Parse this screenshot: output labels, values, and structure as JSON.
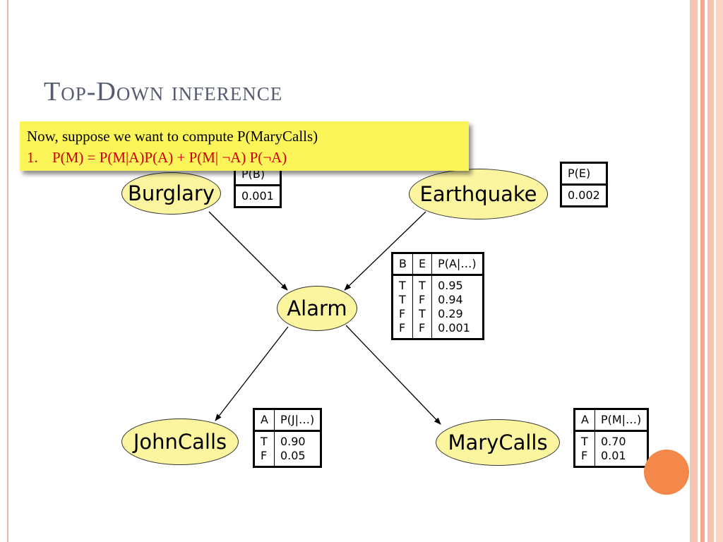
{
  "slide": {
    "title": "Top-Down inference",
    "callout": {
      "line1": "Now, suppose we want to compute P(MaryCalls)",
      "item_number": "1.",
      "item_text": "P(M) = P(M|A)P(A) + P(M| ¬A) P(¬A)"
    }
  },
  "nodes": {
    "burglary": "Burglary",
    "earthquake": "Earthquake",
    "alarm": "Alarm",
    "johncalls": "JohnCalls",
    "marycalls": "MaryCalls"
  },
  "tables": {
    "pb": {
      "header": "P(B)",
      "value": "0.001"
    },
    "pe": {
      "header": "P(E)",
      "value": "0.002"
    },
    "pa": {
      "headers": [
        "B",
        "E",
        "P(A|…)"
      ],
      "rows": [
        [
          "T",
          "T",
          "0.95"
        ],
        [
          "T",
          "F",
          "0.94"
        ],
        [
          "F",
          "T",
          "0.29"
        ],
        [
          "F",
          "F",
          "0.001"
        ]
      ]
    },
    "pj": {
      "headers": [
        "A",
        "P(J|…)"
      ],
      "rows": [
        [
          "T",
          "0.90"
        ],
        [
          "F",
          "0.05"
        ]
      ]
    },
    "pm": {
      "headers": [
        "A",
        "P(M|…)"
      ],
      "rows": [
        [
          "T",
          "0.70"
        ],
        [
          "F",
          "0.01"
        ]
      ]
    }
  },
  "colors": {
    "node_fill": "#fcf5a0",
    "callout_fill": "#fbf55a",
    "callout_highlight_text": "#cc0000",
    "title_text": "#555c70",
    "accent_orange": "#f4874a"
  }
}
